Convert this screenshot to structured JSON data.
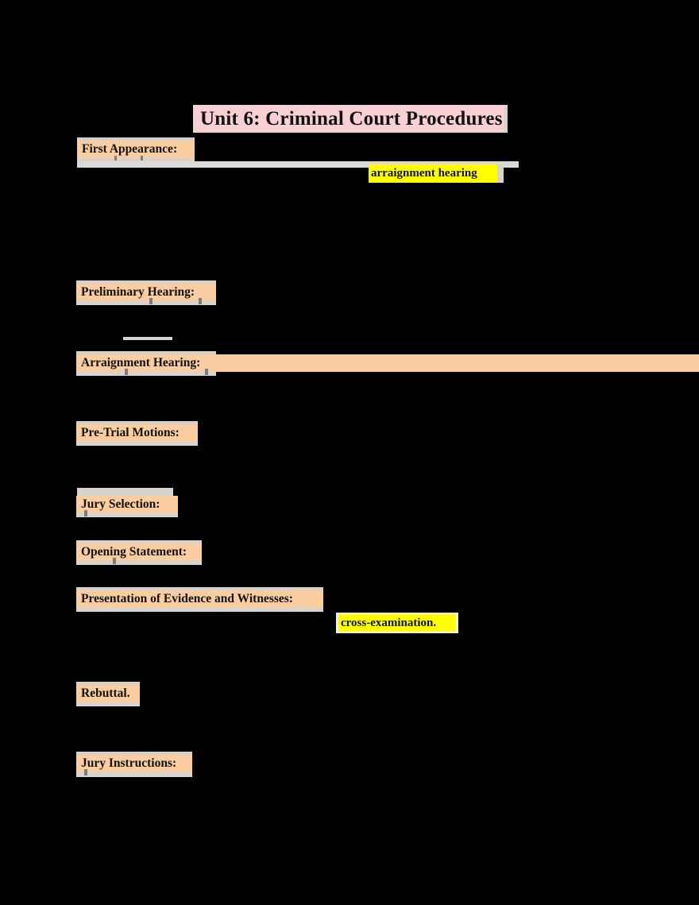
{
  "document": {
    "title": "Unit 6: Criminal Court Procedures",
    "page_background": "#000000",
    "body_text_color": "#000000",
    "colors": {
      "title_highlight": "#f7d0d4",
      "heading_highlight": "#f9cd9f",
      "inline_highlight": "#ffff00",
      "ghost_band": "#d6d2ce",
      "text": "#111111"
    },
    "headings": [
      {
        "label": "First Appearance:"
      },
      {
        "label": "Preliminary Hearing:"
      },
      {
        "label": "Arraignment Hearing:"
      },
      {
        "label": "Pre-Trial Motions:"
      },
      {
        "label": "Jury Selection:"
      },
      {
        "label": "Opening Statement:"
      },
      {
        "label": "Presentation of Evidence and Witnesses:"
      },
      {
        "label": "Rebuttal."
      },
      {
        "label": "Jury Instructions:"
      }
    ],
    "inline_highlights": [
      {
        "text": "arraignment hearing",
        "color": "#ffff00"
      },
      {
        "text": "cross-examination.",
        "color": "#ffff00"
      }
    ]
  }
}
